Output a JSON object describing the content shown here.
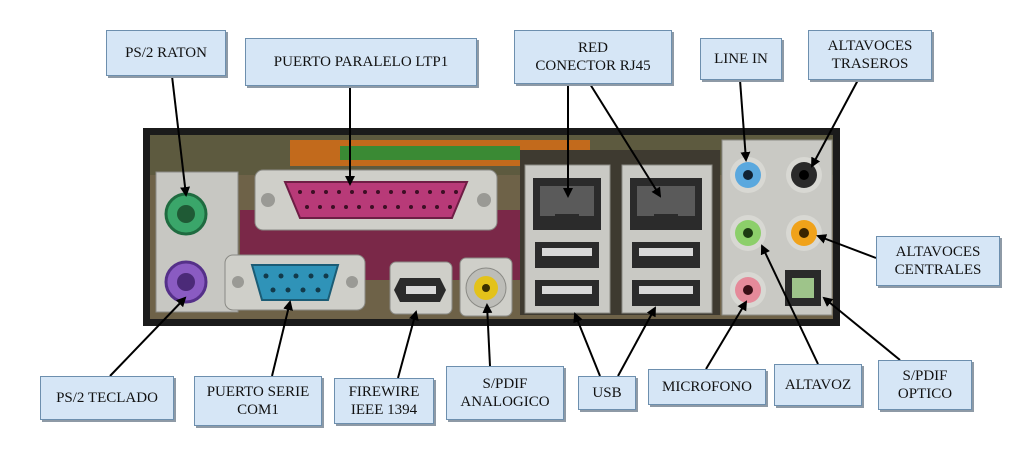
{
  "labels": {
    "ps2_raton": [
      "PS/2  RATON"
    ],
    "puerto_paralelo": [
      "PUERTO PARALELO  LTP1"
    ],
    "red": [
      "RED",
      "CONECTOR RJ45"
    ],
    "line_in": [
      "LINE IN"
    ],
    "altavoces_traseros": [
      "ALTAVOCES",
      "TRASEROS"
    ],
    "altavoces_centrales": [
      "ALTAVOCES",
      "CENTRALES"
    ],
    "ps2_teclado": [
      "PS/2 TECLADO"
    ],
    "puerto_serie": [
      "PUERTO SERIE",
      "COM1"
    ],
    "firewire": [
      "FIREWIRE",
      "IEEE 1394"
    ],
    "spdif_analogico": [
      "S/PDIF",
      "ANALOGICO"
    ],
    "usb": [
      "USB"
    ],
    "microfono": [
      "MICROFONO"
    ],
    "altavoz": [
      "ALTAVOZ"
    ],
    "spdif_optico": [
      "S/PDIF",
      "OPTICO"
    ]
  },
  "colors": {
    "label_bg": "#d6e6f6",
    "ps2_mouse": "#3aa66a",
    "ps2_keyboard": "#8a5bc2",
    "parallel": "#b83a78",
    "serial": "#2f93b8",
    "spdif_coax": "#e3c21a",
    "line_in": "#5aa8de",
    "rear_speakers": "#2a2a2a",
    "line_out": "#8ccf6a",
    "center_speakers": "#f0a21a",
    "mic": "#e58a9a"
  }
}
